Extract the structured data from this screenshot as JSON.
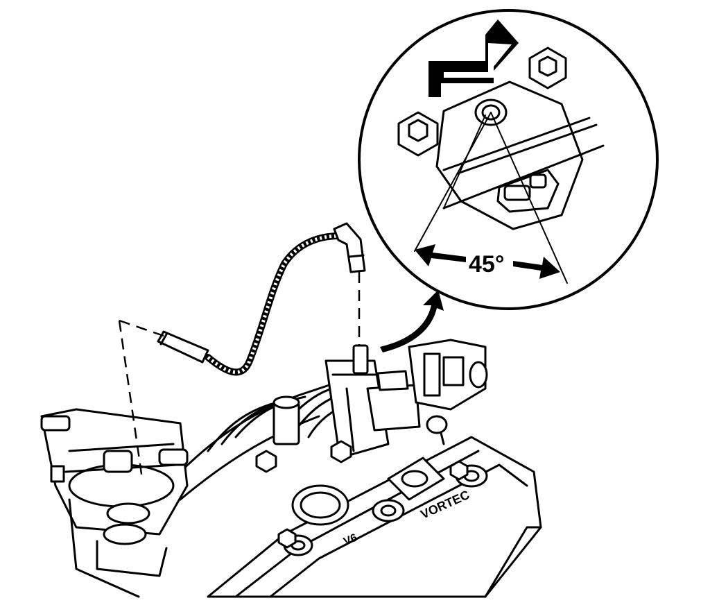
{
  "diagram": {
    "angle_label": "45°",
    "engine_text_1": "VORTEC",
    "engine_text_2": "V6"
  }
}
